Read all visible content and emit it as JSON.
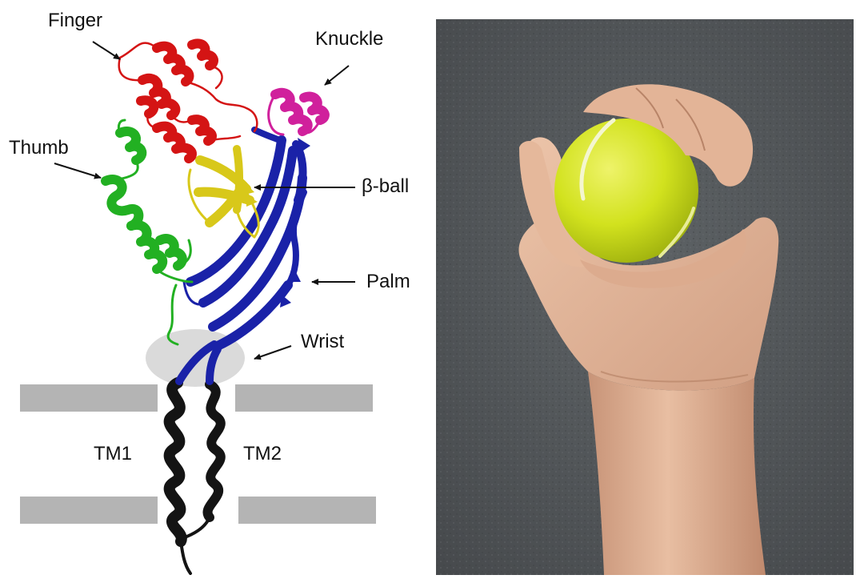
{
  "diagram": {
    "labels": {
      "finger": "Finger",
      "knuckle": "Knuckle",
      "thumb": "Thumb",
      "beta_ball": "β-ball",
      "palm": "Palm",
      "wrist": "Wrist",
      "tm1": "TM1",
      "tm2": "TM2"
    },
    "domain_colors": {
      "finger": "#d41414",
      "knuckle": "#d0209c",
      "thumb": "#22b022",
      "beta_ball": "#d8c81a",
      "palm": "#1a22a8",
      "transmembrane": "#141414",
      "membrane": "#b4b4b4",
      "wrist_highlight": "#dadada"
    }
  },
  "photo": {
    "wall_color": "#55595c",
    "ball_color": "#d2e21e",
    "skin_color": "#e6b79a"
  }
}
